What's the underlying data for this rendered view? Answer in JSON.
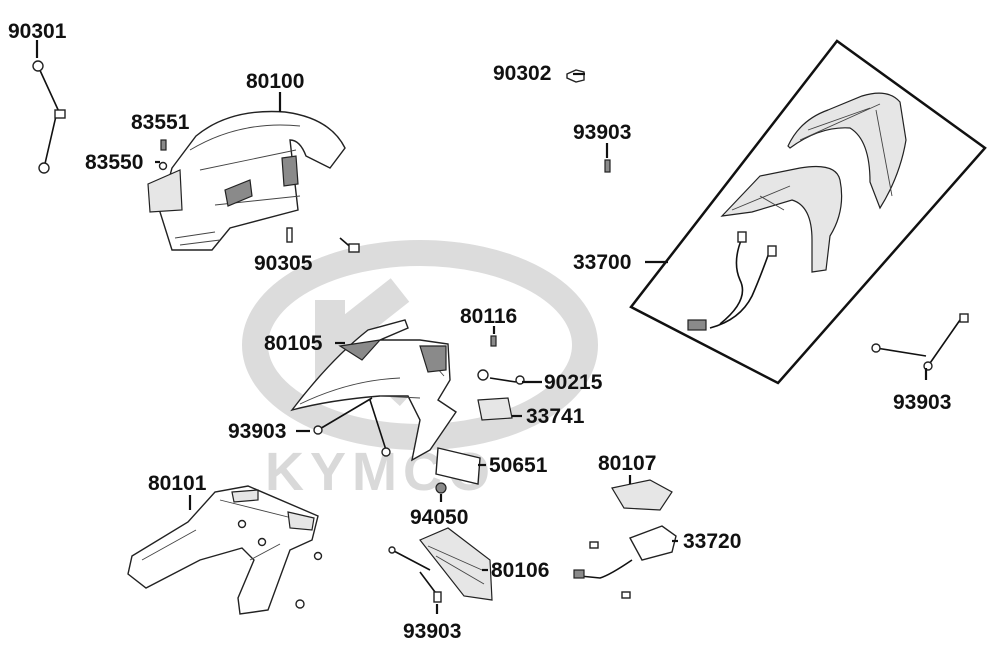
{
  "diagram": {
    "watermark": {
      "brand": "KYMCO",
      "color": "#d9d9d9"
    },
    "colors": {
      "line": "#111111",
      "part_fill": "#ffffff",
      "shade": "#8a8a8a"
    },
    "part_numbers": {
      "p90301": "90301",
      "p80100": "80100",
      "p83551": "83551",
      "p83550": "83550",
      "p90305": "90305",
      "p90302": "90302",
      "p93903_top": "93903",
      "p33700": "33700",
      "p93903_right": "93903",
      "p80105": "80105",
      "p80116": "80116",
      "p90215": "90215",
      "p33741": "33741",
      "p93903_left": "93903",
      "p50651": "50651",
      "p80107": "80107",
      "p80101": "80101",
      "p94050": "94050",
      "p33720": "33720",
      "p80106": "80106",
      "p93903_bottom": "93903"
    }
  }
}
